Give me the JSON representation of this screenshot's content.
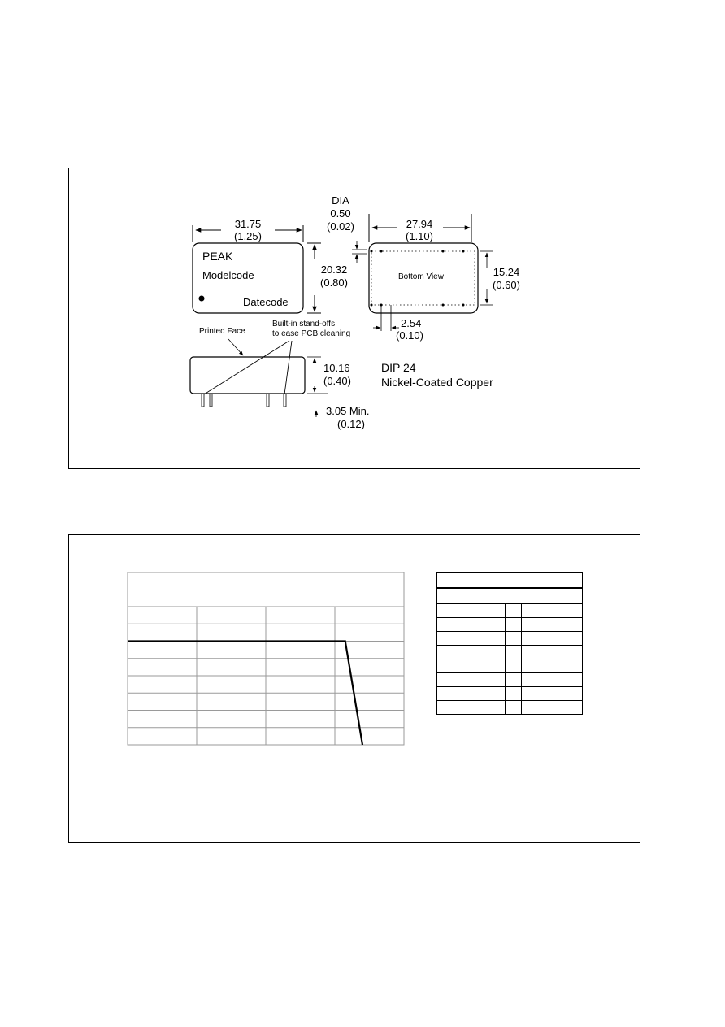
{
  "drawing": {
    "top_view": {
      "brand": "PEAK",
      "model_field": "Modelcode",
      "date_field": "Datecode",
      "width_mm": "31.75",
      "width_in": "(1.25)",
      "height_mm": "20.32",
      "height_in": "(0.80)"
    },
    "pin_diameter": {
      "label": "DIA",
      "mm": "0.50",
      "in": "(0.02)"
    },
    "bottom_view": {
      "caption": "Bottom View",
      "row_spacing_mm": "27.94",
      "row_spacing_in": "(1.10)",
      "pin_row_mm": "15.24",
      "pin_row_in": "(0.60)",
      "pitch_mm": "2.54",
      "pitch_in": "(0.10)"
    },
    "side_view": {
      "printed_face": "Printed Face",
      "standoff_line1": "Built-in stand-offs",
      "standoff_line2": "to ease PCB cleaning",
      "body_height_mm": "10.16",
      "body_height_in": "(0.40)",
      "pin_length": "3.05 Min.",
      "pin_length_in": "(0.12)"
    },
    "package_line1": "DIP 24",
    "package_line2": "Nickel-Coated Copper"
  },
  "derating": {
    "chart_data": {
      "type": "line",
      "title": "",
      "xlabel": "",
      "ylabel": "",
      "grid": true,
      "x_divisions": 4,
      "y_divisions": 8,
      "series": [
        {
          "points": [
            [
              0,
              6
            ],
            [
              3.15,
              6
            ],
            [
              3.4,
              0
            ]
          ]
        }
      ]
    },
    "pin_table": {
      "header_rows": 2,
      "body_rows": 8,
      "columns": 4
    }
  }
}
